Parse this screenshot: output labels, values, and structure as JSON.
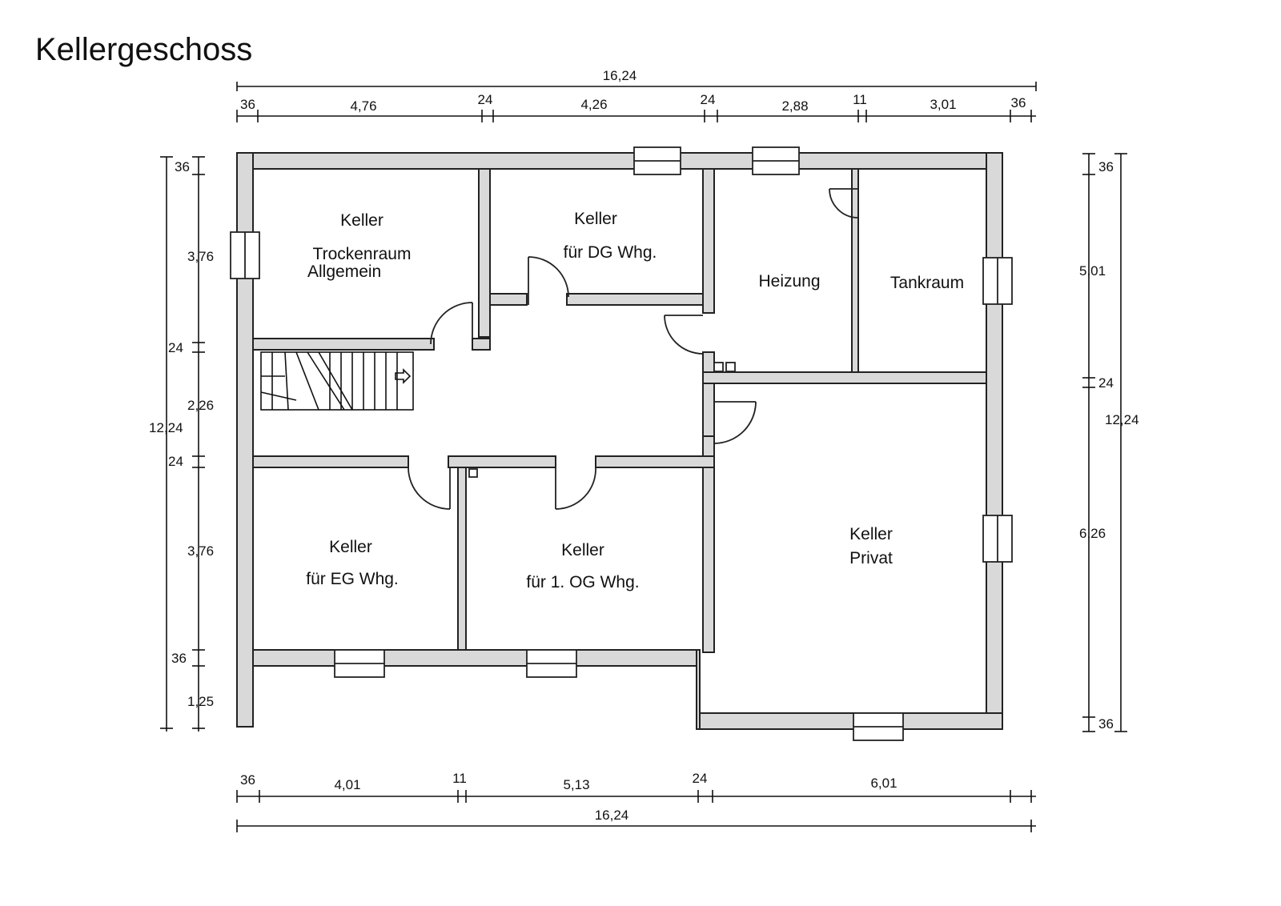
{
  "title": "Kellergeschoss",
  "rooms": {
    "trockenraum": [
      "Keller",
      "Trockenraum",
      "Allgemein"
    ],
    "dg": [
      "Keller",
      "für DG Whg."
    ],
    "heizung": [
      "Heizung"
    ],
    "tankraum": [
      "Tankraum"
    ],
    "eg": [
      "Keller",
      "für EG Whg."
    ],
    "og1": [
      "Keller",
      "für 1. OG Whg."
    ],
    "privat": [
      "Keller",
      "Privat"
    ]
  },
  "dimensions": {
    "top_total": "16,24",
    "top_segments": [
      "36",
      "4,76",
      "24",
      "4,26",
      "24",
      "2,88",
      "11",
      "3,01",
      "36"
    ],
    "bottom_total": "16,24",
    "bottom_segments": [
      "36",
      "4,01",
      "11",
      "5,13",
      "24",
      "6,01"
    ],
    "left_total": "12,24",
    "left_segments": [
      "36",
      "3,76",
      "24",
      "2,26",
      "24",
      "3,76",
      "36",
      "1,25"
    ],
    "right_total": "12,24",
    "right_segments": [
      "36",
      "5,01",
      "24",
      "6,26",
      "36"
    ]
  }
}
